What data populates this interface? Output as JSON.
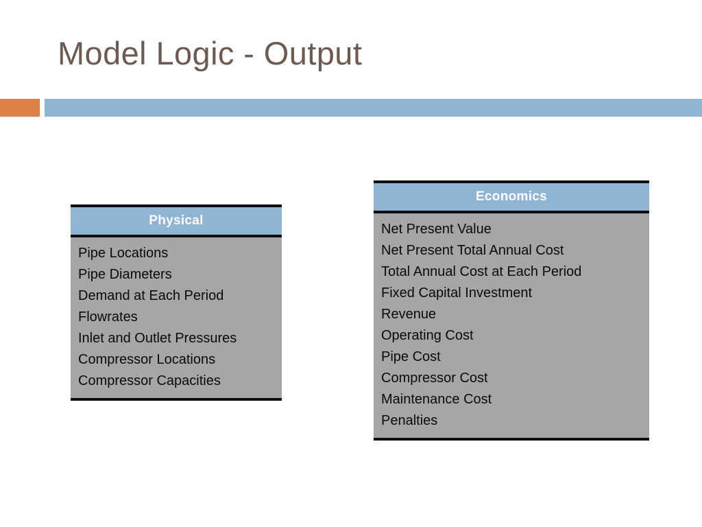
{
  "slide": {
    "title": "Model Logic - Output",
    "accent_orange": "#dd8146",
    "accent_blue": "#8fb4d4",
    "title_color": "#6d5a50",
    "card_body_color": "#a6a6a6",
    "card_border_color": "#0d0d14"
  },
  "cards": [
    {
      "header": "Physical",
      "items": [
        "Pipe Locations",
        "Pipe Diameters",
        "Demand at Each Period",
        "Flowrates",
        "Inlet and Outlet Pressures",
        "Compressor Locations",
        "Compressor Capacities"
      ]
    },
    {
      "header": "Economics",
      "items": [
        "Net Present Value",
        "Net Present Total Annual Cost",
        "Total Annual Cost at Each Period",
        "Fixed Capital Investment",
        "Revenue",
        "Operating Cost",
        "Pipe Cost",
        "Compressor Cost",
        "Maintenance Cost",
        "Penalties"
      ]
    }
  ]
}
